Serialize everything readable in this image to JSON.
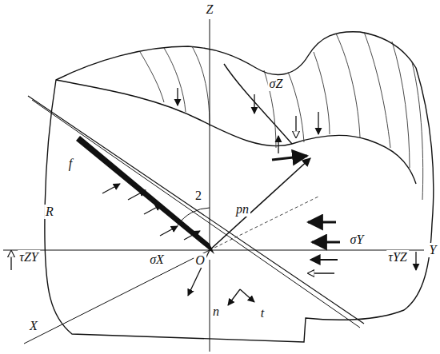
{
  "diagram": {
    "labels": [
      "Z",
      "Y",
      "X",
      "O",
      "R",
      "f",
      "2",
      "pn",
      "σZ",
      "σY",
      "τYZ",
      "τZY",
      "σX",
      "n",
      "t"
    ]
  }
}
